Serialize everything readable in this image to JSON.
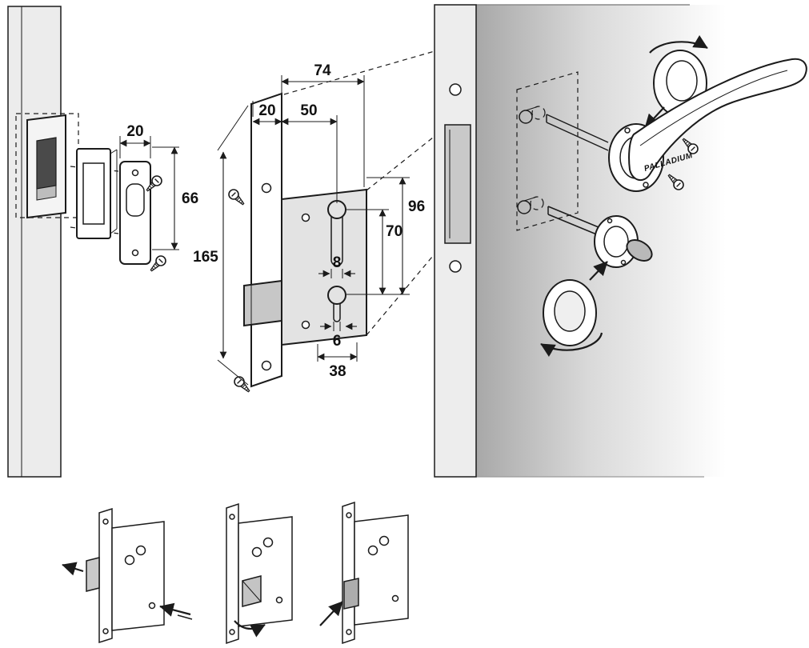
{
  "canvas": {
    "background": "#ffffff",
    "line_color": "#1b1b1b",
    "part_gray": "#e3e3e3",
    "latch_gray": "#c7c7c7"
  },
  "brand": {
    "name": "PALLADIUM"
  },
  "dims": {
    "d74": "74",
    "d50": "50",
    "d20_lock": "20",
    "d165": "165",
    "d96": "96",
    "d70": "70",
    "d8": "8",
    "d6": "6",
    "d38": "38",
    "d20_strike": "20",
    "d66": "66"
  },
  "icons": {
    "screw": "screw-icon",
    "rotation_top": "rotation-arrow-icon",
    "rotation_bottom": "rotation-arrow-icon",
    "handle_insert": "direction-arrow-icon",
    "thumbturn_insert": "direction-arrow-icon",
    "latch_out": "direction-arrow-icon",
    "latch_push": "direction-arrow-icon"
  }
}
